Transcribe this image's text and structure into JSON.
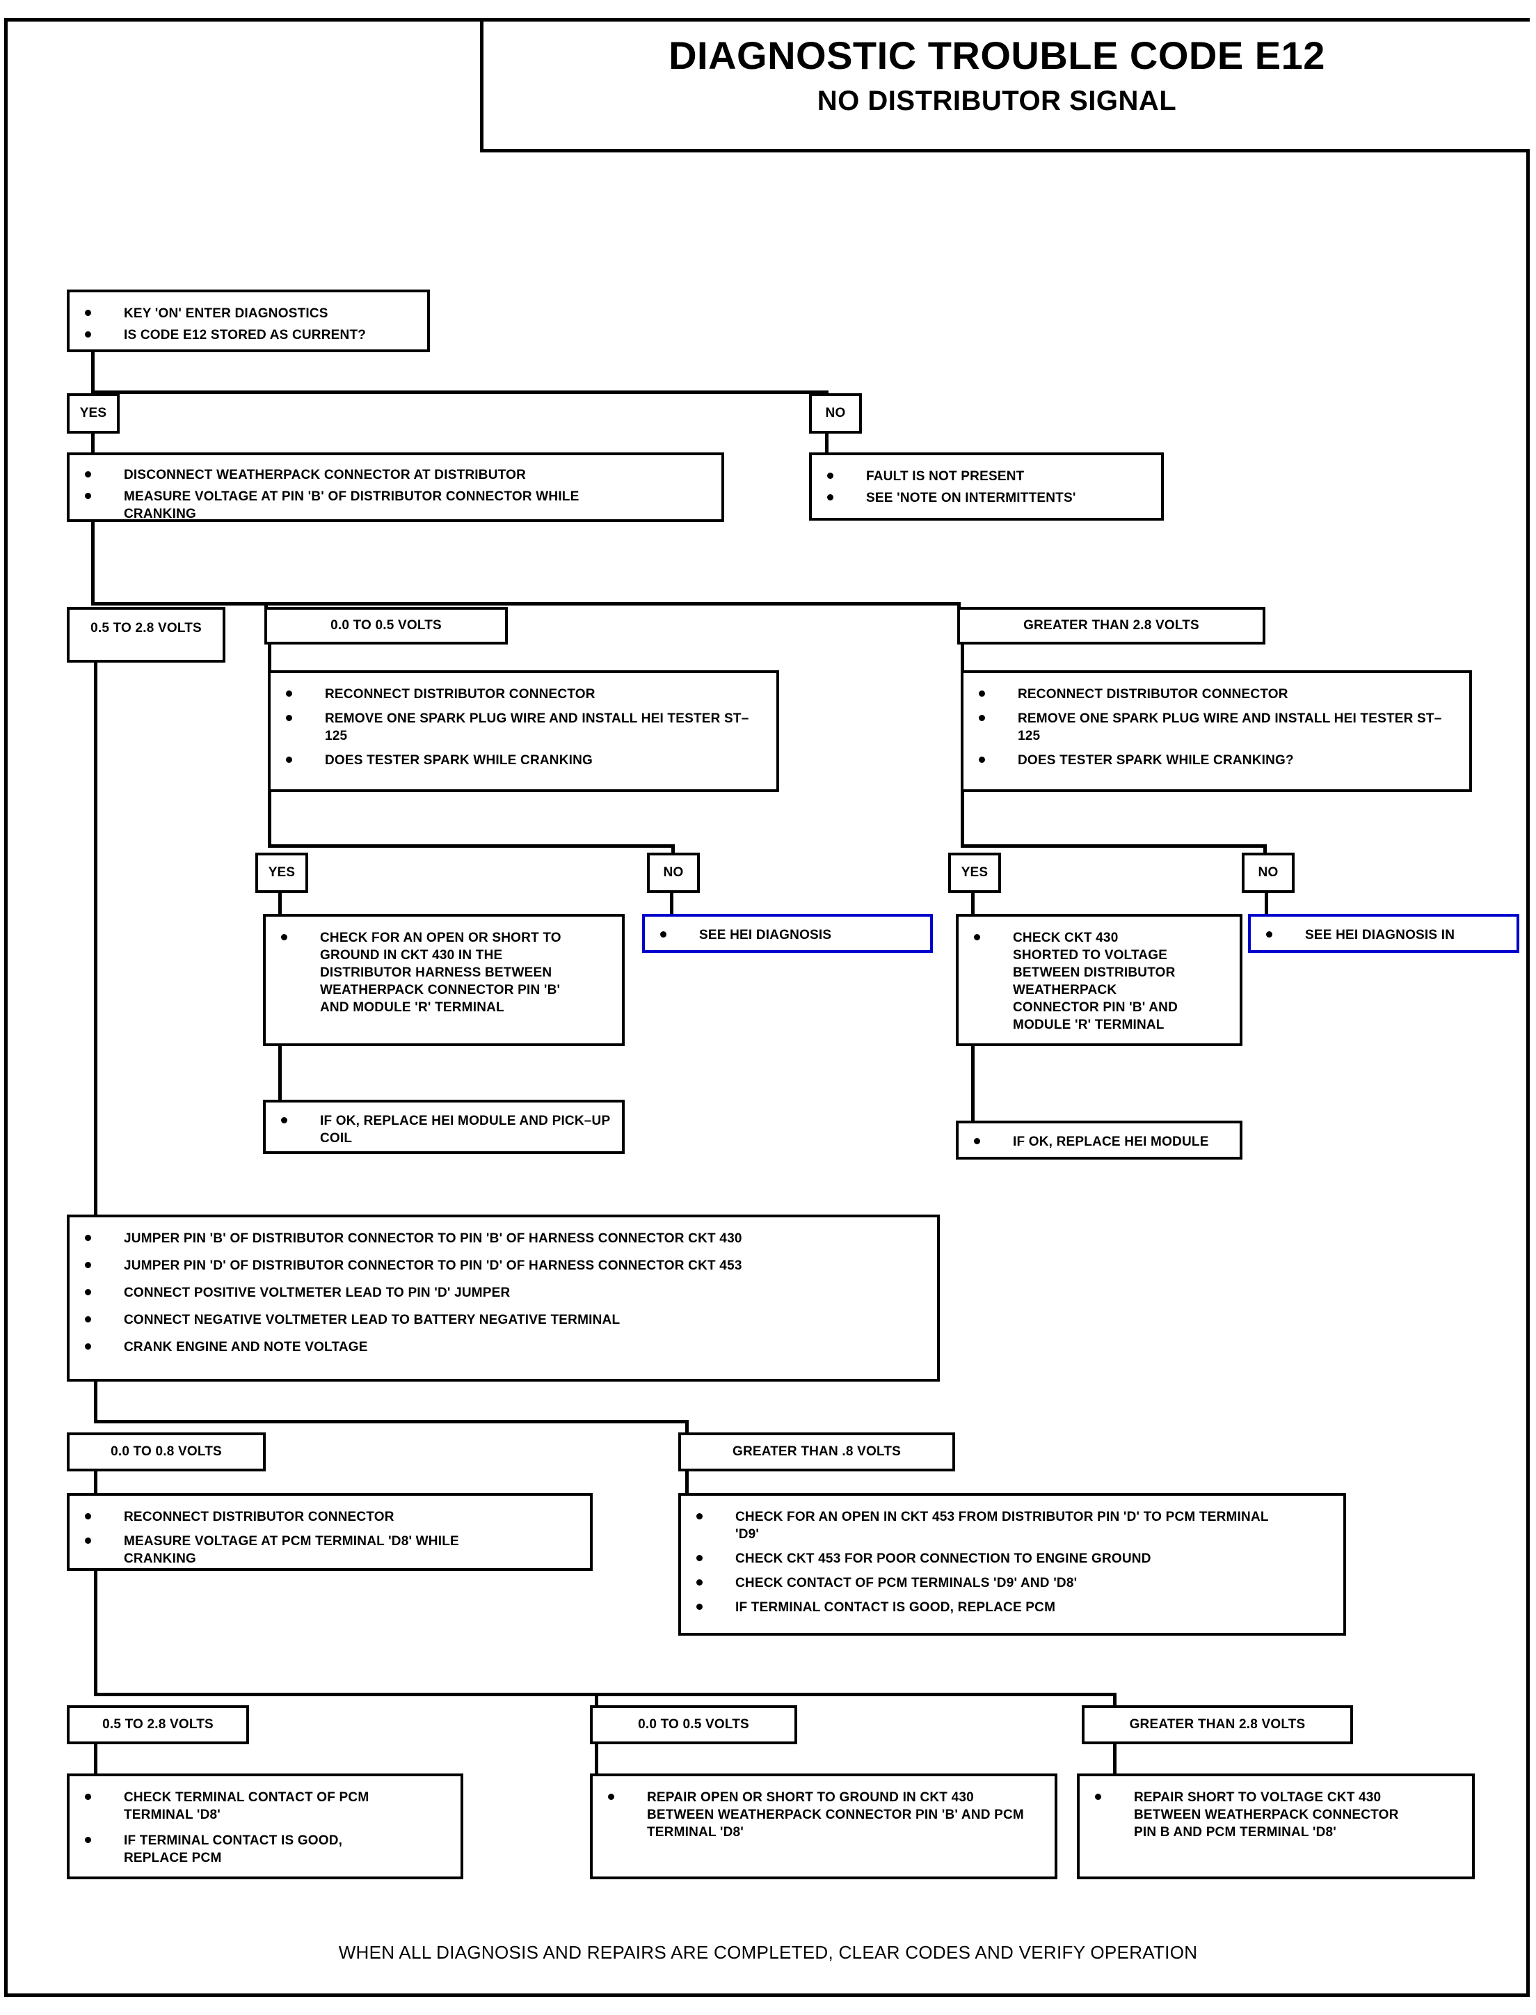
{
  "header": {
    "title": "DIAGNOSTIC TROUBLE CODE E12",
    "subtitle": "NO DISTRIBUTOR SIGNAL"
  },
  "footer": {
    "note": "WHEN ALL DIAGNOSIS AND REPAIRS ARE COMPLETED, CLEAR CODES AND VERIFY OPERATION"
  },
  "colors": {
    "line": "#000000",
    "highlight_border": "#0000cc",
    "background": "#ffffff"
  },
  "flow": {
    "start": {
      "items": [
        "KEY 'ON' ENTER DIAGNOSTICS",
        "IS CODE E12 STORED AS CURRENT?"
      ]
    },
    "branch_yes_label": "YES",
    "branch_no_label": "NO",
    "yes_step": {
      "items": [
        "DISCONNECT WEATHERPACK CONNECTOR AT DISTRIBUTOR",
        "MEASURE VOLTAGE AT PIN 'B' OF DISTRIBUTOR CONNECTOR WHILE CRANKING"
      ]
    },
    "no_step": {
      "items": [
        "FAULT IS NOT PRESENT",
        "SEE 'NOTE ON INTERMITTENTS'"
      ]
    },
    "volt_branch_1": {
      "left_label": "0.5 TO 2.8 VOLTS",
      "mid_label": "0.0 TO 0.5 VOLTS",
      "right_label": "GREATER THAN 2.8 VOLTS"
    },
    "mid_test": {
      "items": [
        "RECONNECT DISTRIBUTOR CONNECTOR",
        "REMOVE ONE SPARK PLUG WIRE AND INSTALL HEI TESTER ST–125",
        "DOES TESTER SPARK WHILE CRANKING"
      ]
    },
    "right_test": {
      "items": [
        "RECONNECT DISTRIBUTOR CONNECTOR",
        "REMOVE ONE SPARK PLUG WIRE AND INSTALL HEI TESTER ST–125",
        "DOES TESTER SPARK WHILE CRANKING?"
      ]
    },
    "mid_yes_label": "YES",
    "mid_no_label": "NO",
    "right_yes_label": "YES",
    "right_no_label": "NO",
    "mid_yes_action": {
      "items": [
        "CHECK FOR AN OPEN OR SHORT TO GROUND IN CKT 430 IN THE DISTRIBUTOR HARNESS BETWEEN WEATHERPACK CONNECTOR PIN 'B' AND MODULE 'R' TERMINAL"
      ]
    },
    "mid_no_action": {
      "items": [
        "SEE HEI DIAGNOSIS"
      ]
    },
    "mid_followup": {
      "items": [
        "IF OK, REPLACE HEI MODULE AND PICK–UP COIL"
      ]
    },
    "right_yes_action": {
      "items": [
        "CHECK CKT 430 SHORTED TO VOLTAGE BETWEEN DISTRIBUTOR WEATHERPACK CONNECTOR PIN 'B' AND MODULE 'R' TERMINAL"
      ]
    },
    "right_no_action": {
      "items": [
        "SEE HEI DIAGNOSIS IN"
      ]
    },
    "right_followup": {
      "items": [
        "IF OK, REPLACE HEI MODULE"
      ]
    },
    "jumper_step": {
      "items": [
        "JUMPER PIN 'B' OF DISTRIBUTOR CONNECTOR TO PIN 'B' OF HARNESS CONNECTOR CKT 430",
        "JUMPER PIN 'D' OF DISTRIBUTOR CONNECTOR TO PIN 'D' OF HARNESS CONNECTOR CKT 453",
        "CONNECT POSITIVE VOLTMETER LEAD TO PIN 'D' JUMPER",
        "CONNECT NEGATIVE VOLTMETER LEAD TO BATTERY NEGATIVE TERMINAL",
        "CRANK ENGINE AND NOTE VOLTAGE"
      ]
    },
    "volt_branch_2": {
      "left_label": "0.0 TO 0.8 VOLTS",
      "right_label": "GREATER THAN .8 VOLTS"
    },
    "branch2_left_action": {
      "items": [
        "RECONNECT DISTRIBUTOR CONNECTOR",
        "MEASURE VOLTAGE AT PCM TERMINAL 'D8' WHILE CRANKING"
      ]
    },
    "branch2_right_action": {
      "items": [
        "CHECK FOR AN OPEN IN CKT 453 FROM DISTRIBUTOR PIN 'D' TO PCM TERMINAL 'D9'",
        "CHECK CKT 453 FOR POOR CONNECTION TO ENGINE GROUND",
        "CHECK CONTACT OF PCM TERMINALS 'D9' AND 'D8'",
        "IF TERMINAL CONTACT IS GOOD,  REPLACE PCM"
      ]
    },
    "volt_branch_3": {
      "left_label": "0.5 TO 2.8 VOLTS",
      "mid_label": "0.0 TO 0.5 VOLTS",
      "right_label": "GREATER THAN 2.8 VOLTS"
    },
    "final_left": {
      "items": [
        "CHECK TERMINAL CONTACT OF PCM TERMINAL 'D8'",
        "IF TERMINAL CONTACT IS GOOD, REPLACE PCM"
      ]
    },
    "final_mid": {
      "items": [
        "REPAIR OPEN OR SHORT TO GROUND IN CKT 430 BETWEEN WEATHERPACK CONNECTOR PIN 'B' AND PCM TERMINAL 'D8'"
      ]
    },
    "final_right": {
      "items": [
        "REPAIR SHORT TO VOLTAGE CKT 430 BETWEEN WEATHERPACK CONNECTOR PIN B AND PCM TERMINAL 'D8'"
      ]
    }
  }
}
